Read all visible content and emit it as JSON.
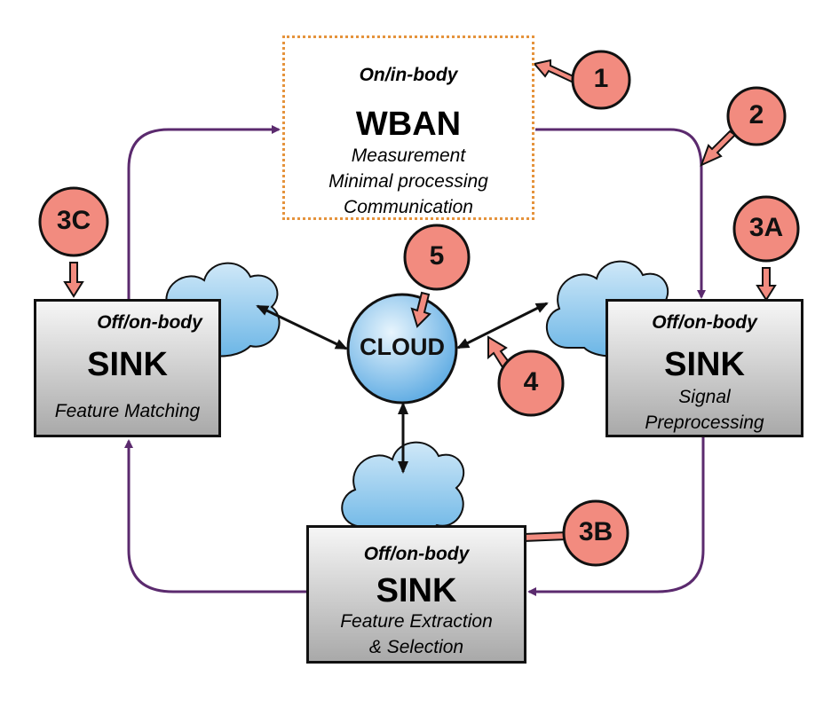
{
  "wban": {
    "subtitle": "On/in-body",
    "title": "WBAN",
    "lines": [
      "Measurement",
      "Minimal processing",
      "Communication"
    ]
  },
  "cloud": {
    "label": "CLOUD"
  },
  "sinks": {
    "left": {
      "subtitle": "Off/on-body",
      "title": "SINK",
      "lines": [
        "Feature Matching"
      ]
    },
    "right": {
      "subtitle": "Off/on-body",
      "title": "SINK",
      "lines": [
        "Signal",
        "Preprocessing"
      ]
    },
    "bottom": {
      "subtitle": "Off/on-body",
      "title": "SINK",
      "lines": [
        "Feature Extraction",
        "& Selection"
      ]
    }
  },
  "badges": {
    "b1": "1",
    "b2": "2",
    "b3a": "3A",
    "b3b": "3B",
    "b3c": "3C",
    "b4": "4",
    "b5": "5"
  },
  "colors": {
    "flow": "#5b2a6e",
    "badge_fill": "#f28b7f",
    "cloud_fill": "#6ab4e8",
    "wban_border": "#e5933c"
  }
}
